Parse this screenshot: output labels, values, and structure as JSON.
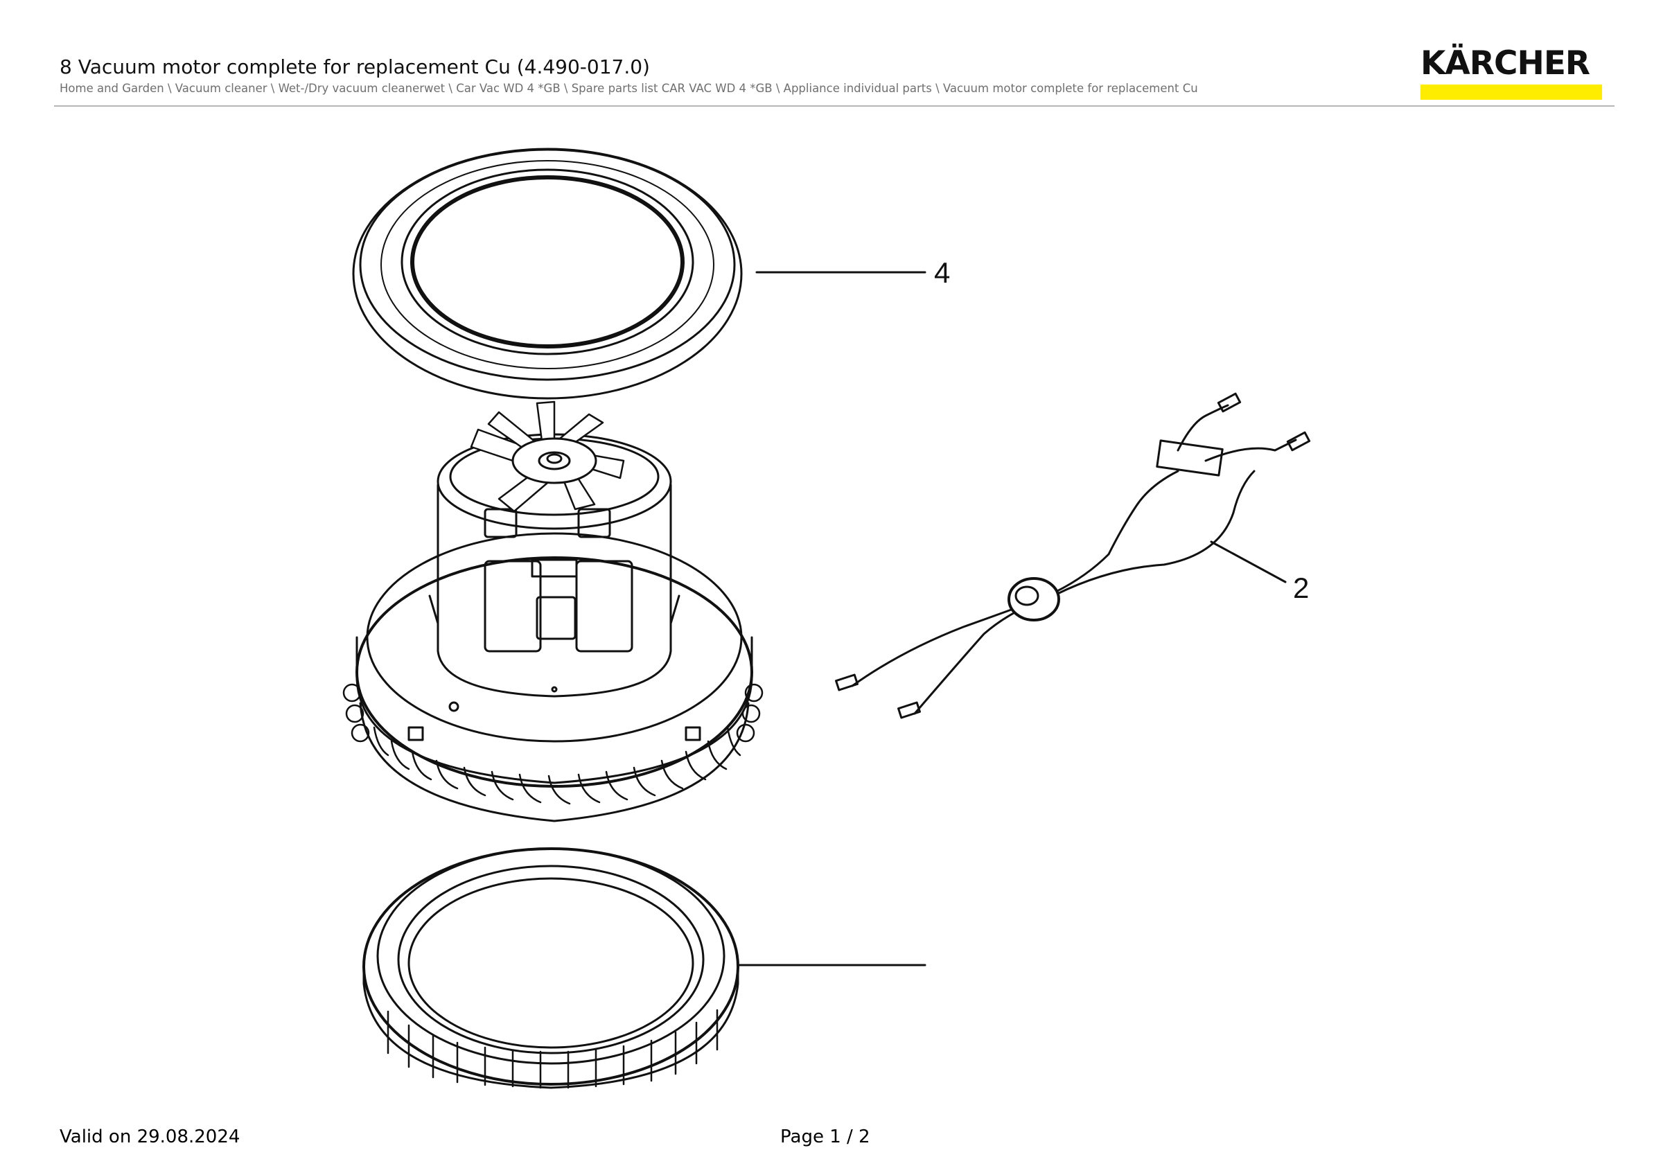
{
  "header": {
    "title": "8 Vacuum motor complete for replacement Cu (4.490-017.0)",
    "breadcrumb": "Home and Garden \\ Vacuum cleaner \\ Wet-/Dry vacuum cleanerwet \\ Car Vac WD 4 *GB \\ Spare parts list CAR VAC WD 4 *GB \\ Appliance individual parts \\ Vacuum motor complete for replacement Cu",
    "logo_text": "KÄRCHER"
  },
  "drawing": {
    "callouts": {
      "ring_top": "4",
      "cable_harness": "2"
    }
  },
  "footer": {
    "valid": "Valid on 29.08.2024",
    "page": "Page 1 / 2"
  },
  "colors": {
    "brand_yellow": "#ffed00",
    "rule_gray": "#b5b5b5",
    "breadcrumb_gray": "#6f6f6f"
  }
}
